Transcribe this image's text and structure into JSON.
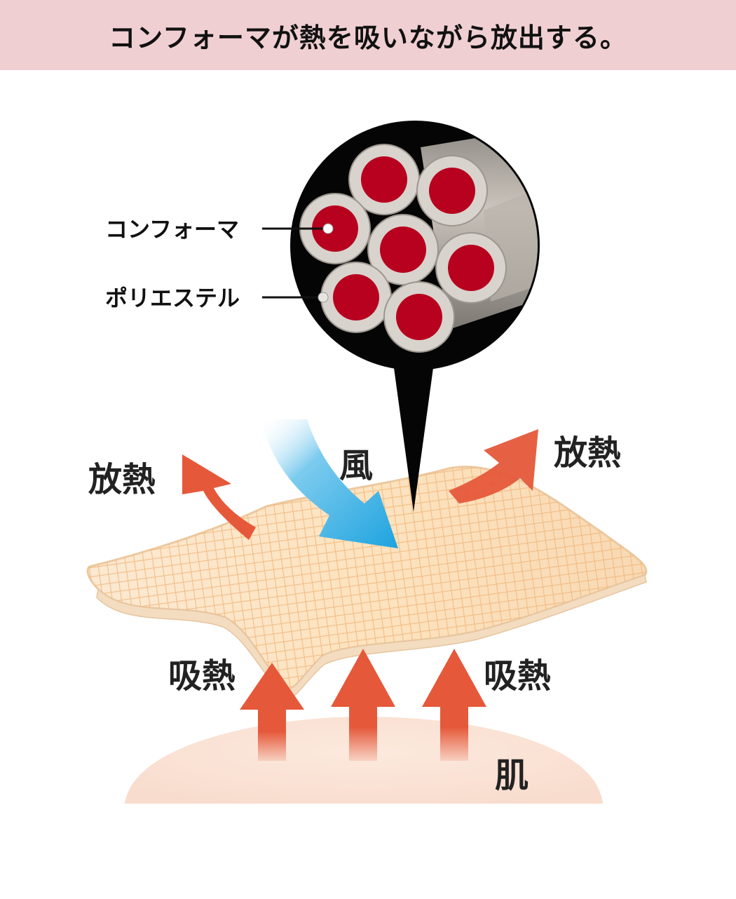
{
  "header": {
    "title": "コンフォーマが熱を吸いながら放出する。"
  },
  "fiber_labels": {
    "core": "コンフォーマ",
    "sheath": "ポリエステル"
  },
  "labels": {
    "wind": "風",
    "release_left": "放熱",
    "release_right": "放熱",
    "absorb_left": "吸熱",
    "absorb_right": "吸熱",
    "skin": "肌"
  },
  "colors": {
    "header_bg": "#f0cfd2",
    "core_red": "#b8001f",
    "sheath_gray": "#d8d3cc",
    "heat_arrow": "#e5593a",
    "wind_arrow": "#29a8e0",
    "fabric": "#f6d2a8",
    "skin": "#fbe6da"
  }
}
